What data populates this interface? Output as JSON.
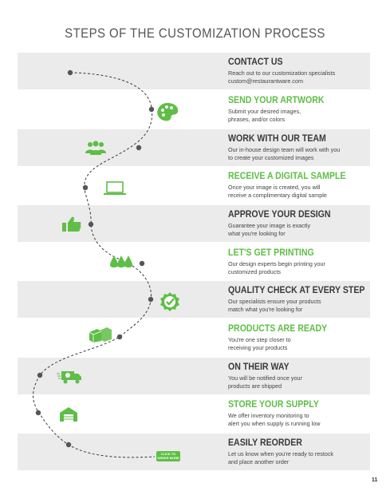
{
  "title": "STEPS OF THE CUSTOMIZATION PROCESS",
  "steps": [
    {
      "title": "CONTACT US",
      "desc": [
        "Reach out to our customization specialists",
        "custom@restaurantware.com"
      ],
      "color": "#3a3a3a",
      "icon": "none"
    },
    {
      "title": "SEND YOUR ARTWORK",
      "desc": [
        "Submit your desired images,",
        "phrases, and/or colors"
      ],
      "color": "#5ebe46",
      "icon": "palette-icon"
    },
    {
      "title": "WORK WITH OUR TEAM",
      "desc": [
        "Our in-house design team will work with you",
        "to create your customized images"
      ],
      "color": "#3a3a3a",
      "icon": "team-icon"
    },
    {
      "title": "RECEIVE A DIGITAL SAMPLE",
      "desc": [
        "Once your image is created, you will",
        "receive a complimentary digital sample"
      ],
      "color": "#5ebe46",
      "icon": "laptop-icon"
    },
    {
      "title": "APPROVE YOUR DESIGN",
      "desc": [
        "Guarantee your image is exactly",
        "what you're looking for"
      ],
      "color": "#3a3a3a",
      "icon": "thumbs-up-icon"
    },
    {
      "title": "LET'S GET PRINTING",
      "desc": [
        "Our design experts begin printing your",
        "customized products"
      ],
      "color": "#5ebe46",
      "icon": "ink-drops-icon"
    },
    {
      "title": "QUALITY CHECK AT EVERY STEP",
      "desc": [
        "Our specialists ensure your products",
        "match what you're looking for"
      ],
      "color": "#3a3a3a",
      "icon": "quality-badge-icon"
    },
    {
      "title": "PRODUCTS ARE READY",
      "desc": [
        "You're one step closer to",
        "receiving your products"
      ],
      "color": "#5ebe46",
      "icon": "boxes-icon"
    },
    {
      "title": "ON THEIR WAY",
      "desc": [
        "You will be notified once your",
        "products are shipped"
      ],
      "color": "#3a3a3a",
      "icon": "delivery-truck-icon"
    },
    {
      "title": "STORE YOUR SUPPLY",
      "desc": [
        "We offer inventory monitoring to",
        "alert you when supply is running low"
      ],
      "color": "#5ebe46",
      "icon": "warehouse-icon"
    },
    {
      "title": "EASILY REORDER",
      "desc": [
        "Let us know when you're ready to restock",
        "and place another order"
      ],
      "color": "#3a3a3a",
      "icon": "none"
    }
  ],
  "cta": {
    "line1": "CLICK TO",
    "line2": "ORDER MORE"
  },
  "page_number": "11",
  "colors": {
    "accent": "#5ebe46",
    "band": "#ebebeb",
    "text": "#3a3a3a"
  }
}
